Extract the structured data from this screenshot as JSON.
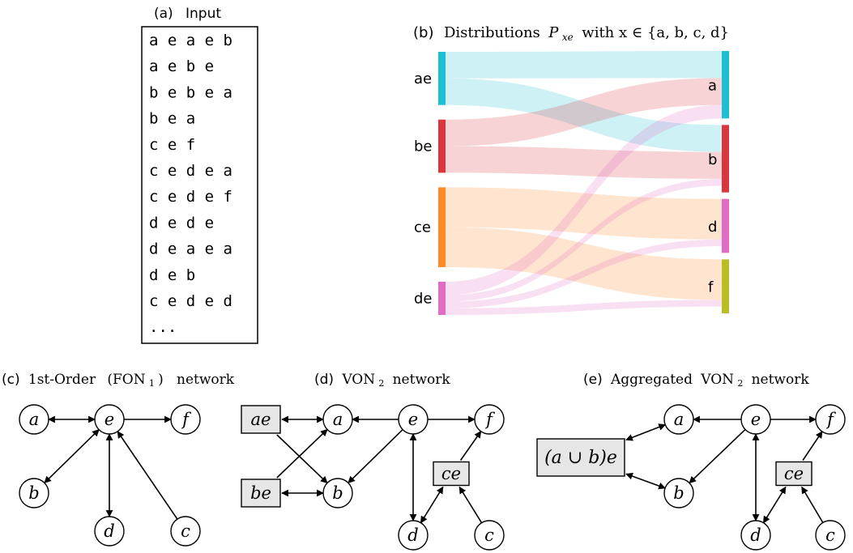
{
  "colors": {
    "ae": "#1fbfd3",
    "be": "#d9363e",
    "ce": "#ff8a26",
    "de": "#e06dc3",
    "f": "#bcbd22",
    "box_fill": "#e6e6e6",
    "line": "#000000"
  },
  "panel_a": {
    "label": "(a)",
    "title": "Input",
    "sequences": [
      "a e a e b",
      "a e b e",
      "b e b e a",
      "b e a",
      "c e f",
      "c e d e a",
      "c e d e f",
      "d e d e",
      "d e a e a",
      "d e b",
      "c e d e d",
      "..."
    ]
  },
  "panel_b": {
    "label": "(b)",
    "title_text": "Distributions",
    "title_math": "P",
    "title_sub": "xe",
    "title_rest": "with x ∈ {a, b, c, d}",
    "left_nodes": [
      {
        "name": "ae",
        "value": 4
      },
      {
        "name": "be",
        "value": 4
      },
      {
        "name": "ce",
        "value": 6
      },
      {
        "name": "de",
        "value": 2.5
      }
    ],
    "right_nodes": [
      {
        "name": "a",
        "value": 5
      },
      {
        "name": "b",
        "value": 5
      },
      {
        "name": "d",
        "value": 4
      },
      {
        "name": "f",
        "value": 4
      }
    ],
    "flows": [
      {
        "source": "ae",
        "target": "a",
        "value": 2
      },
      {
        "source": "ae",
        "target": "b",
        "value": 2
      },
      {
        "source": "be",
        "target": "a",
        "value": 2
      },
      {
        "source": "be",
        "target": "b",
        "value": 2
      },
      {
        "source": "ce",
        "target": "d",
        "value": 3
      },
      {
        "source": "ce",
        "target": "f",
        "value": 3
      },
      {
        "source": "de",
        "target": "a",
        "value": 1
      },
      {
        "source": "de",
        "target": "b",
        "value": 0.5
      },
      {
        "source": "de",
        "target": "d",
        "value": 0.5
      },
      {
        "source": "de",
        "target": "f",
        "value": 0.5
      }
    ]
  },
  "panel_c": {
    "label": "(c)",
    "title_pre": "1st-Order",
    "title_mid": "(FON",
    "title_sub": "1",
    "title_post": ")",
    "title_tail": "network",
    "nodes": [
      {
        "id": "a",
        "label": "a",
        "shape": "circle"
      },
      {
        "id": "e",
        "label": "e",
        "shape": "circle"
      },
      {
        "id": "f",
        "label": "f",
        "shape": "circle"
      },
      {
        "id": "b",
        "label": "b",
        "shape": "circle"
      },
      {
        "id": "d",
        "label": "d",
        "shape": "circle"
      },
      {
        "id": "c",
        "label": "c",
        "shape": "circle"
      }
    ],
    "edges": [
      {
        "from": "a",
        "to": "e",
        "both": true
      },
      {
        "from": "e",
        "to": "f",
        "both": false
      },
      {
        "from": "e",
        "to": "b",
        "both": true
      },
      {
        "from": "e",
        "to": "d",
        "both": true
      },
      {
        "from": "c",
        "to": "e",
        "both": false
      }
    ]
  },
  "panel_d": {
    "label": "(d)",
    "title_pre": "VON",
    "title_sub": "2",
    "title_tail": "network",
    "nodes": [
      {
        "id": "ae",
        "label": "ae",
        "shape": "box"
      },
      {
        "id": "a",
        "label": "a",
        "shape": "circle"
      },
      {
        "id": "e",
        "label": "e",
        "shape": "circle"
      },
      {
        "id": "f",
        "label": "f",
        "shape": "circle"
      },
      {
        "id": "be",
        "label": "be",
        "shape": "box"
      },
      {
        "id": "b",
        "label": "b",
        "shape": "circle"
      },
      {
        "id": "ce",
        "label": "ce",
        "shape": "box"
      },
      {
        "id": "d",
        "label": "d",
        "shape": "circle"
      },
      {
        "id": "c",
        "label": "c",
        "shape": "circle"
      }
    ],
    "edges": [
      {
        "from": "ae",
        "to": "a",
        "both": true
      },
      {
        "from": "e",
        "to": "a",
        "both": false
      },
      {
        "from": "e",
        "to": "f",
        "both": false
      },
      {
        "from": "ae",
        "to": "b",
        "both": false
      },
      {
        "from": "be",
        "to": "a",
        "both": false
      },
      {
        "from": "be",
        "to": "b",
        "both": true
      },
      {
        "from": "e",
        "to": "b",
        "both": false
      },
      {
        "from": "e",
        "to": "d",
        "both": true
      },
      {
        "from": "ce",
        "to": "f",
        "both": false
      },
      {
        "from": "ce",
        "to": "d",
        "both": true
      },
      {
        "from": "c",
        "to": "ce",
        "both": false
      }
    ]
  },
  "panel_e": {
    "label": "(e)",
    "title_pre": "Aggregated",
    "title_mid": "VON",
    "title_sub": "2",
    "title_tail": "network",
    "nodes": [
      {
        "id": "ab",
        "label": "(a ∪ b)e",
        "shape": "box"
      },
      {
        "id": "a",
        "label": "a",
        "shape": "circle"
      },
      {
        "id": "e",
        "label": "e",
        "shape": "circle"
      },
      {
        "id": "f",
        "label": "f",
        "shape": "circle"
      },
      {
        "id": "b",
        "label": "b",
        "shape": "circle"
      },
      {
        "id": "ce",
        "label": "ce",
        "shape": "box"
      },
      {
        "id": "d",
        "label": "d",
        "shape": "circle"
      },
      {
        "id": "c",
        "label": "c",
        "shape": "circle"
      }
    ],
    "edges": [
      {
        "from": "ab",
        "to": "a",
        "both": true
      },
      {
        "from": "e",
        "to": "a",
        "both": false
      },
      {
        "from": "e",
        "to": "f",
        "both": false
      },
      {
        "from": "ab",
        "to": "b",
        "both": true
      },
      {
        "from": "e",
        "to": "b",
        "both": false
      },
      {
        "from": "e",
        "to": "d",
        "both": true
      },
      {
        "from": "ce",
        "to": "f",
        "both": false
      },
      {
        "from": "ce",
        "to": "d",
        "both": true
      },
      {
        "from": "c",
        "to": "ce",
        "both": false
      }
    ]
  }
}
